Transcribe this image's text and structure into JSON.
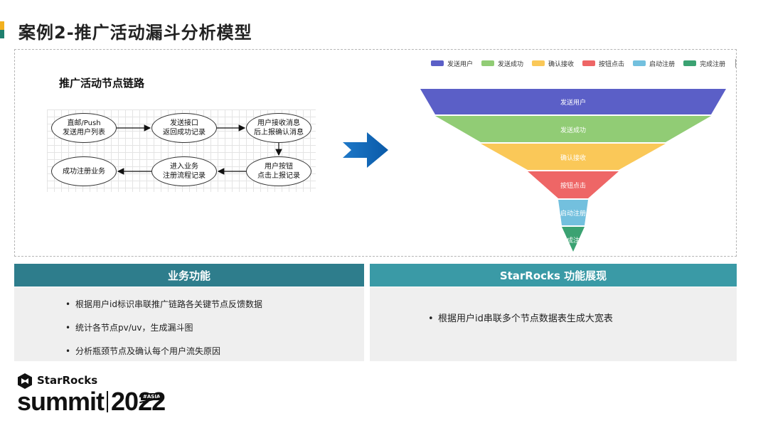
{
  "slide": {
    "title": "案例2-推广活动漏斗分析模型"
  },
  "flowchart": {
    "title": "推广活动节点链路",
    "nodes": [
      "直邮/Push\n发送用户列表",
      "发送接口\n返回成功记录",
      "用户接收消息\n后上报确认消息",
      "用户按钮\n点击上报记录",
      "进入业务\n注册流程记录",
      "成功注册业务"
    ]
  },
  "chart_data": {
    "type": "funnel",
    "legend_position": "top",
    "categories": [
      "发送用户",
      "发送成功",
      "确认接收",
      "按钮点击",
      "启动注册",
      "完成注册"
    ],
    "colors": [
      "#5b5fc7",
      "#91cc75",
      "#fac858",
      "#ee6666",
      "#73c0de",
      "#3ba272"
    ]
  },
  "panels": {
    "left": {
      "header": "业务功能",
      "header_color": "#2e7d8c",
      "items": [
        "根据用户id标识串联推广链路各关键节点反馈数据",
        "统计各节点pv/uv，生成漏斗图",
        "分析瓶颈节点及确认每个用户流失原因"
      ]
    },
    "right": {
      "header": "StarRocks 功能展现",
      "header_color": "#3a9aa6",
      "items": [
        "根据用户id串联多个节点数据表生成大宽表"
      ]
    }
  },
  "branding": {
    "logo_name": "StarRocks",
    "event": "summit",
    "year": "2022",
    "tag": "#ASIA"
  },
  "icons": {
    "arrow": "right-arrow-icon",
    "logo": "starrocks-logo-icon"
  }
}
